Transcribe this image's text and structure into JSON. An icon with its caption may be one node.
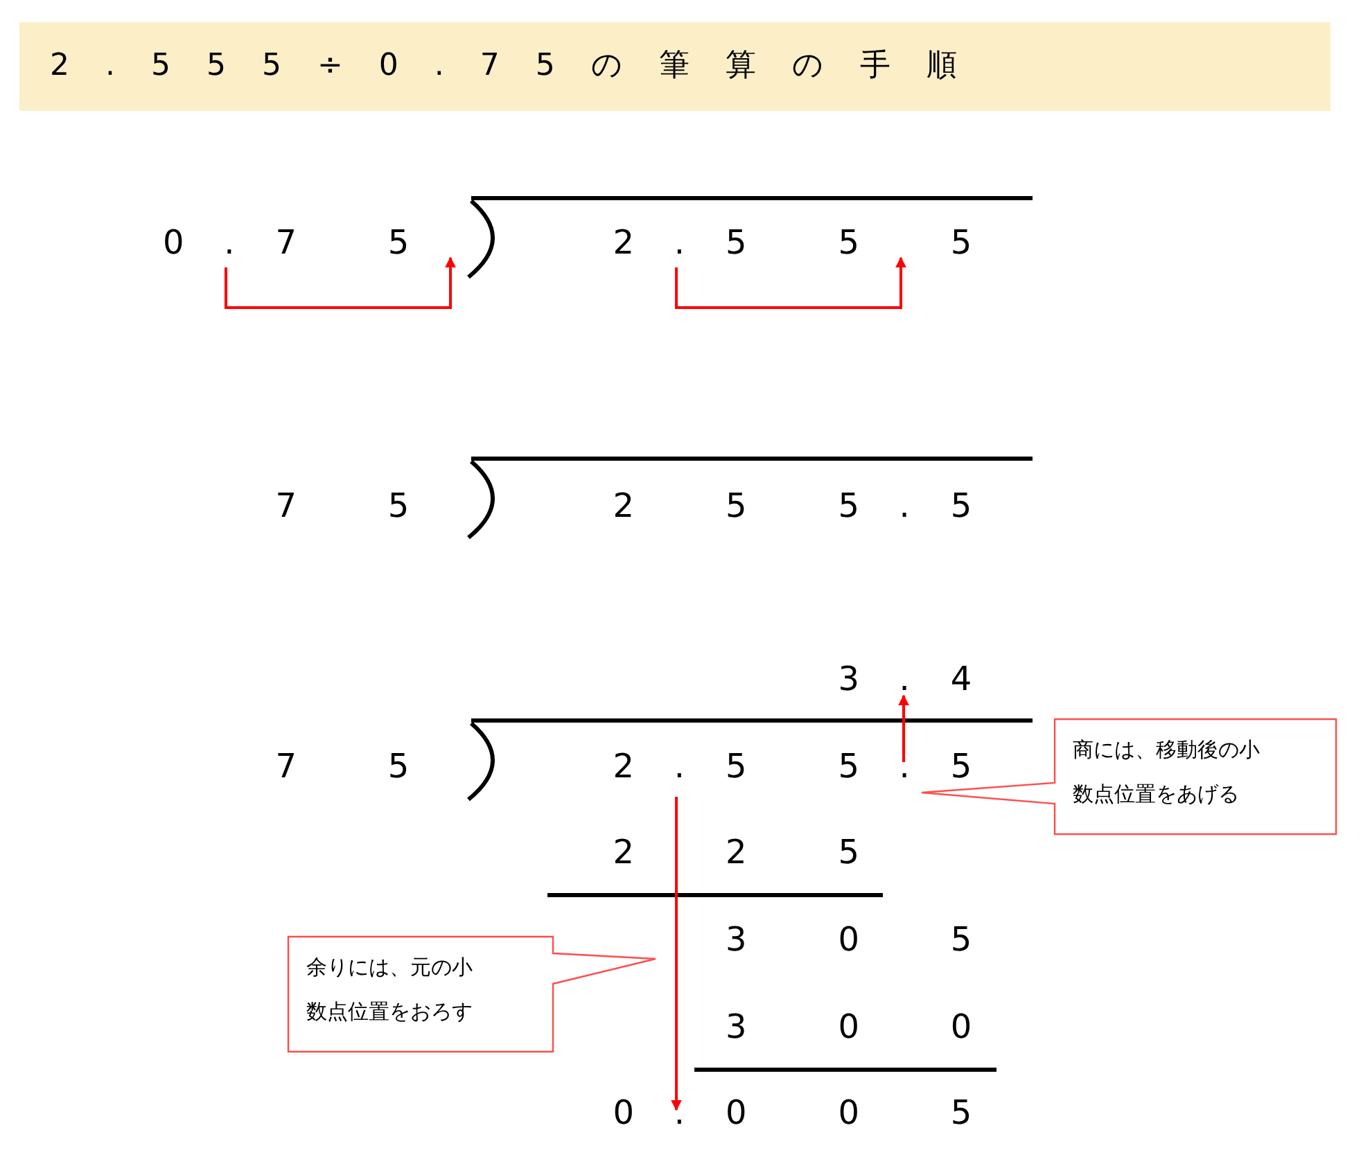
{
  "diagram": {
    "title": "2.555÷0.75の筆算の手順",
    "nodes": [
      {
        "text": [
          "商には、移動後の小数点位置をあげる"
        ]
      },
      {
        "text": [
          "余りには、元の小数点位置をおろす"
        ]
      }
    ],
    "labels": [
      "0",
      ".",
      "7",
      "5",
      "2",
      ".",
      "5",
      "5",
      "5",
      "7",
      "5",
      "2",
      "5",
      "5",
      ".",
      "5",
      "3",
      ".",
      "4",
      "7",
      "5",
      "2",
      ".",
      "5",
      "5",
      ".",
      "5",
      "2",
      "2",
      "5",
      "3",
      "0",
      "5",
      "3",
      "0",
      "0",
      "0",
      ".",
      "0",
      "0",
      "5"
    ]
  }
}
